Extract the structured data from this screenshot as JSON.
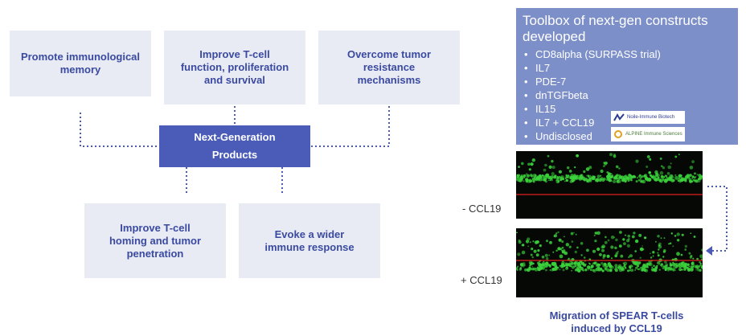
{
  "diagram": {
    "goals_top": [
      "Promote immunological\nmemory",
      "Improve T-cell\nfunction, proliferation\nand survival",
      "Overcome tumor\nresistance\nmechanisms"
    ],
    "center": "Next-Generation\nProducts",
    "goals_bottom": [
      "Improve T-cell\nhoming and tumor\npenetration",
      "Evoke a wider\nimmune response"
    ]
  },
  "toolbox": {
    "title": "Toolbox of next-gen constructs developed",
    "items": [
      "CD8alpha (SURPASS trial)",
      "IL7",
      "PDE-7",
      "dnTGFbeta",
      "IL15",
      "IL7 + CCL19",
      "Undisclosed"
    ],
    "logos": [
      "Noile-Immune Biotech",
      "ALPINE Immune Sciences"
    ]
  },
  "migration": {
    "labels": [
      "- CCL19",
      "+ CCL19"
    ],
    "caption": "Migration of SPEAR T-cells\ninduced by CCL19"
  },
  "colors": {
    "box_bg": "#e8ebf3",
    "box_text": "#3a4aa0",
    "center_bg": "#4a5cb8",
    "toolbox_bg": "#7d8fc9",
    "connector": "#4a5cb8",
    "cell_green": "#3cd23c",
    "marker_red": "#e02020"
  }
}
